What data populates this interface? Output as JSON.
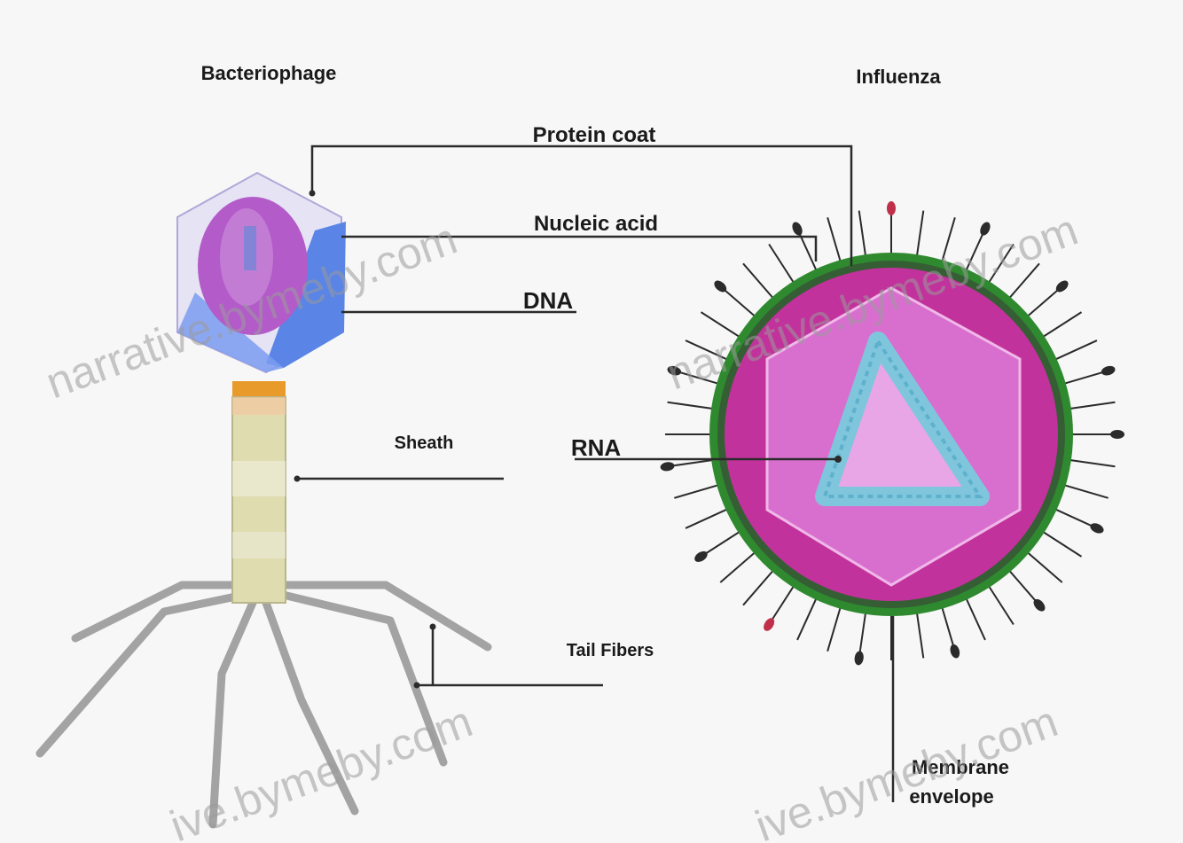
{
  "titles": {
    "bacteriophage": "Bacteriophage",
    "influenza": "Influenza"
  },
  "labels": {
    "protein_coat": "Protein coat",
    "nucleic_acid": "Nucleic acid",
    "dna": "DNA",
    "sheath": "Sheath",
    "rna": "RNA",
    "tail_fibers": "Tail Fibers",
    "membrane_line1": "Membrane",
    "membrane_line2": "envelope"
  },
  "watermarks": [
    "narrative.bymeby.com",
    "ive.bymeby.com",
    "narrative.bymeby.com",
    "ive.bymeby.com"
  ],
  "colors": {
    "background": "#f7f7f7",
    "capsid_purple": "#b35bc9",
    "capsid_blue": "#5a84e6",
    "collar": "#e89a2a",
    "sheath": "#dfdcb0",
    "tail_fiber": "#9e9e9e",
    "virion_magenta": "#c2329c",
    "virion_inner": "#d86fcf",
    "envelope_green": "#2f8a2f",
    "rna_cyan": "#7fc6dd",
    "line": "#2b2b2b"
  }
}
